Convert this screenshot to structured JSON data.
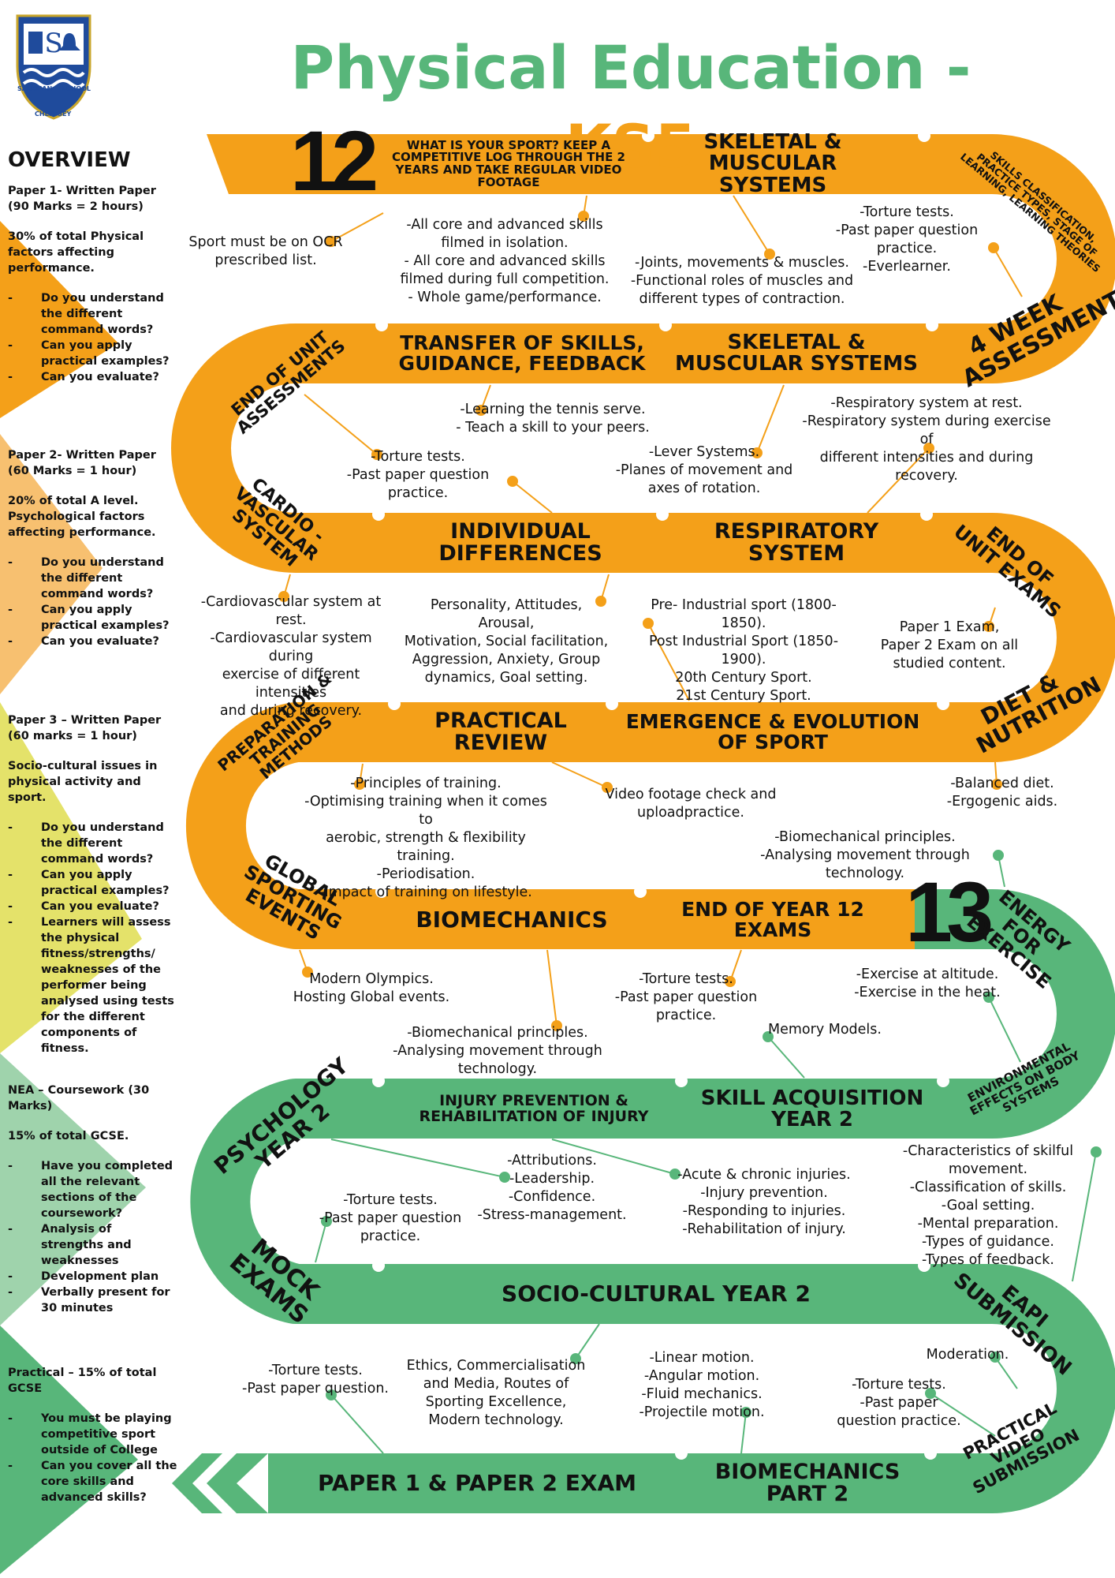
{
  "title": {
    "part1": "Physical Education",
    "dash": " - ",
    "part2": "KS5"
  },
  "logo": {
    "top_text": "SALESIAN",
    "right_text": "SCHOOL",
    "bottom_text": "CHERTSEY",
    "brand_color": "#1f4b9c"
  },
  "colors": {
    "orange": "#f4a019",
    "green": "#58b67a",
    "dark_green": "#3e9d5f"
  },
  "sidebar": {
    "heading": "OVERVIEW",
    "paper1": {
      "title": "Paper 1- Written Paper (90 Marks = 2 hours)",
      "weight": "30% of total Physical factors affecting performance.",
      "items": [
        "Do you understand the different command words?",
        "Can you apply practical examples?",
        "Can you evaluate?"
      ]
    },
    "paper2": {
      "title": "Paper 2- Written Paper (60 Marks = 1 hour)",
      "weight": "20% of total A level. Psychological factors affecting performance.",
      "items": [
        "Do you understand the different command words?",
        "Can you apply practical examples?",
        "Can you evaluate?"
      ]
    },
    "paper3": {
      "title": "Paper 3 – Written Paper (60 marks = 1 hour)",
      "weight": "Socio-cultural issues in physical activity and sport.",
      "items": [
        "Do you understand the different command words?",
        "Can you apply practical examples?",
        "Can you evaluate?",
        "Learners will assess the physical fitness/strengths/ weaknesses of the performer being analysed using tests for the different components of fitness."
      ]
    },
    "nea": {
      "title": "NEA – Coursework (30 Marks)",
      "weight": "15% of total GCSE.",
      "items": [
        "Have you completed all the relevant sections of the coursework?",
        "Analysis of strengths and weaknesses",
        "Development plan",
        "Verbally present for 30 minutes"
      ]
    },
    "practical": {
      "title": "Practical – 15% of total GCSE",
      "items": [
        "You must be playing competitive sport outside of College",
        "Can you cover all the core skills and advanced skills?"
      ]
    }
  },
  "years": {
    "y12": "12",
    "y13": "13"
  },
  "segments": {
    "intro": "WHAT IS YOUR SPORT? KEEP A COMPETITIVE LOG THROUGH THE 2 YEARS AND TAKE REGULAR VIDEO FOOTAGE",
    "skeletal1": "SKELETAL & MUSCULAR SYSTEMS",
    "skills_class": "SKILLS CLASSIFICATION, PRACTICE TYPES, STAGE OF LEARNING, LEARNING THEORIES",
    "four_week": "4 WEEK ASSESSMENT",
    "skeletal2": "SKELETAL & MUSCULAR SYSTEMS",
    "transfer": "TRANSFER OF SKILLS, GUIDANCE, FEEDBACK",
    "end_unit_assess": "END OF UNIT ASSESSMENTS",
    "cardio": "CARDIO -VASCULAR SYSTEM",
    "individual": "INDIVIDUAL DIFFERENCES",
    "respiratory": "RESPIRATORY SYSTEM",
    "end_unit_exams": "END OF UNIT EXAMS",
    "diet": "DIET & NUTRITION",
    "emergence": "EMERGENCE & EVOLUTION OF SPORT",
    "practical_review": "PRACTICAL REVIEW",
    "prep_training": "PREPARATION & TRAINING METHODS",
    "global": "GLOBAL SPORTING EVENTS",
    "biomech": "BIOMECHANICS",
    "end_y12": "END OF YEAR 12 EXAMS",
    "energy": "ENERGY FOR EXERCISE",
    "environmental": "ENVIRONMENTAL EFFECTS ON BODY SYSTEMS",
    "skill_acq": "SKILL ACQUISITION YEAR 2",
    "injury": "INJURY PREVENTION & REHABILITATION OF INJURY",
    "psych": "PSYCHOLOGY YEAR 2",
    "mock": "MOCK EXAMS",
    "socio": "SOCIO-CULTURAL YEAR 2",
    "eapi": "EAPI SUBMISSION",
    "pvs": "PRACTICAL VIDEO SUBMISSION",
    "biomech2": "BIOMECHANICS PART 2",
    "final": "PAPER 1 & PAPER 2 EXAM"
  },
  "notes": {
    "n_ocr": "Sport must be on OCR\nprescribed list.",
    "n_core": "-All core and advanced skills\nfilmed in isolation.\n- All core and advanced skills\nfilmed during full competition.\n- Whole game/performance.",
    "n_joints": "-Joints, movements & muscles.\n-Functional roles of muscles and\ndifferent types of contraction.",
    "n_torture1": "-Torture tests.\n-Past paper question practice.\n-Everlearner.",
    "n_tennis": "-Learning the tennis serve.\n- Teach a skill to your peers.",
    "n_torture2": "-Torture tests.\n-Past paper question practice.",
    "n_lever": "-Lever Systems.\n-Planes of movement and\naxes of rotation.",
    "n_resp": "-Respiratory system at rest.\n-Respiratory system during exercise of\ndifferent intensities and during recovery.",
    "n_cardio": "-Cardiovascular system at rest.\n-Cardiovascular system during\nexercise of different intensities\nand during recovery.",
    "n_personality": "Personality, Attitudes, Arousal,\nMotivation, Social facilitation,\nAggression, Anxiety, Group\ndynamics, Goal setting.",
    "n_history": "Pre- Industrial sport (1800-1850).\nPost Industrial Sport (1850-1900).\n20th Century Sport.\n21st Century Sport.",
    "n_exam": "Paper 1 Exam,\nPaper 2 Exam on all\nstudied content.",
    "n_principles": "-Principles of training.\n-Optimising training when it comes to\naerobic, strength & flexibility training.\n-Periodisation.\n-Impact of training on lifestyle.",
    "n_video": "Video footage check and\nuploadpractice.",
    "n_diet": "-Balanced diet.\n-Ergogenic aids.",
    "n_biomech13": "-Biomechanical principles.\n-Analysing movement through technology.",
    "n_olympics": "Modern Olympics.\nHosting Global events.",
    "n_torture3": "-Torture tests.\n-Past paper question practice.",
    "n_altitude": "-Exercise at altitude.\n-Exercise in the heat.",
    "n_biomech_b": "-Biomechanical principles.\n-Analysing movement through technology.",
    "n_memory": "Memory Models.",
    "n_attrib": "-Attributions.\n-Leadership.\n-Confidence.\n-Stress-management.",
    "n_injuries": "-Acute & chronic injuries.\n-Injury prevention.\n-Responding to injuries.\n-Rehabilitation of injury.",
    "n_skilful": "-Characteristics of skilful movement.\n-Classification of skills.\n-Goal setting.\n-Mental preparation.\n-Types of guidance.\n-Types of feedback.",
    "n_torture4": "-Torture tests.\n-Past paper question\npractice.",
    "n_ethics": "Ethics, Commercialisation\nand Media, Routes of\nSporting Excellence,\nModern technology.",
    "n_linear": "-Linear motion.\n-Angular motion.\n-Fluid mechanics.\n-Projectile motion.",
    "n_moderation": "Moderation.",
    "n_torture5": "-Torture tests.\n-Past paper\nquestion practice.",
    "n_torture6": "-Torture tests.\n-Past paper question."
  }
}
